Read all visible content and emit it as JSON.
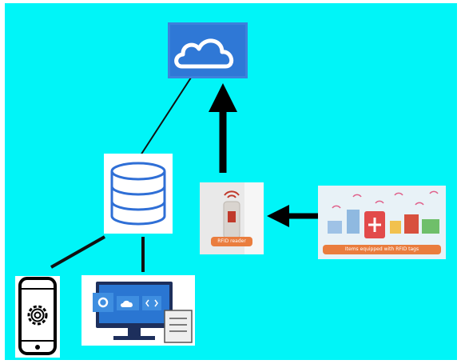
{
  "diagram": {
    "nodes": {
      "cloud": {
        "icon": "cloud-icon"
      },
      "database": {
        "icon": "database-icon"
      },
      "rfid_reader": {
        "icon": "rfid-reader-icon",
        "label": "RFID reader"
      },
      "tagged_items": {
        "icon": "tagged-items-icon",
        "label": "Items equipped with RFID tags"
      },
      "smartphone": {
        "icon": "smartphone-gear-icon"
      },
      "computer": {
        "icon": "computer-monitor-icon"
      }
    },
    "edges": [
      {
        "from": "cloud",
        "to": "database",
        "style": "line"
      },
      {
        "from": "database",
        "to": "smartphone",
        "style": "line"
      },
      {
        "from": "database",
        "to": "computer",
        "style": "line"
      },
      {
        "from": "rfid_reader",
        "to": "cloud",
        "style": "arrow"
      },
      {
        "from": "tagged_items",
        "to": "rfid_reader",
        "style": "arrow"
      }
    ],
    "colors": {
      "background": "#00f5f8",
      "accent_blue": "#2f78d6",
      "label_orange": "#ea7d3e",
      "connector": "#000000"
    }
  }
}
